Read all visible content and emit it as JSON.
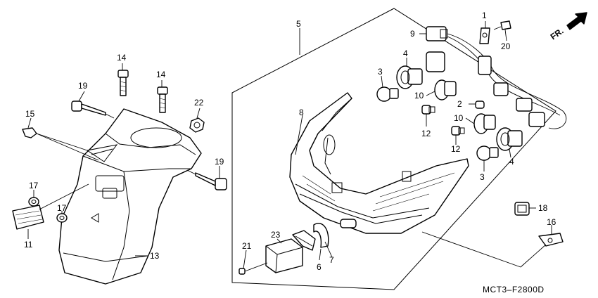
{
  "diagram": {
    "drawing_code": "MCT3–F2800D",
    "direction_label": "FR.",
    "callouts": {
      "p1": "1",
      "p2": "2",
      "p3a": "3",
      "p3b": "3",
      "p4a": "4",
      "p4b": "4",
      "p5": "5",
      "p6": "6",
      "p7": "7",
      "p8": "8",
      "p9": "9",
      "p10a": "10",
      "p10b": "10",
      "p11": "11",
      "p12a": "12",
      "p12b": "12",
      "p13": "13",
      "p14a": "14",
      "p14b": "14",
      "p15": "15",
      "p16": "16",
      "p17a": "17",
      "p17b": "17",
      "p18": "18",
      "p19a": "19",
      "p19b": "19",
      "p20": "20",
      "p21": "21",
      "p22": "22",
      "p23": "23"
    }
  }
}
